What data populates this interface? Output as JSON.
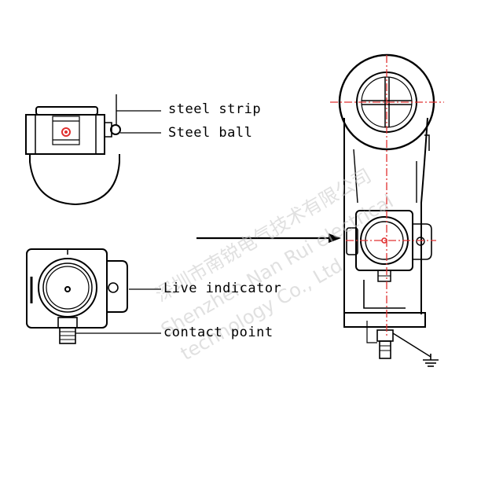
{
  "labels": {
    "steel_strip": "steel strip",
    "steel_ball": "Steel ball",
    "live_indicator": "Live indicator",
    "contact_point": "contact point"
  },
  "watermark": {
    "line1": "深圳市南锐电气技术有限公司",
    "line2": "Shenzhen Nan Rui electrical",
    "line3": "technology Co., Ltd"
  },
  "colors": {
    "line": "#000000",
    "centerline": "#e03030",
    "watermark": "#c8c8c8"
  }
}
